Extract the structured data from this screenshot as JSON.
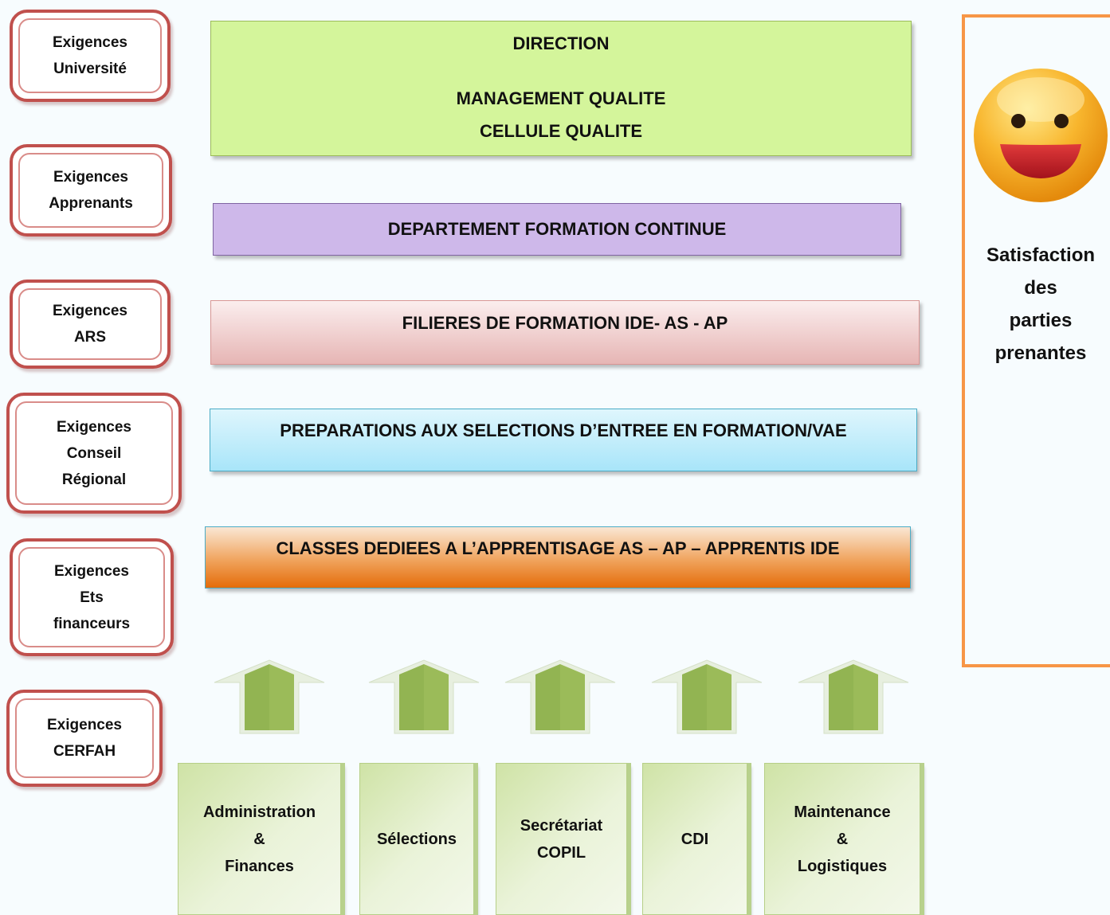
{
  "requirements": [
    {
      "lines": [
        "Exigences",
        "Université"
      ]
    },
    {
      "lines": [
        "Exigences",
        "Apprenants"
      ]
    },
    {
      "lines": [
        "Exigences",
        "ARS"
      ]
    },
    {
      "lines": [
        "Exigences",
        "Conseil",
        "Régional"
      ]
    },
    {
      "lines": [
        "Exigences",
        "Ets",
        "financeurs"
      ]
    },
    {
      "lines": [
        "Exigences",
        "CERFAH"
      ]
    }
  ],
  "center": {
    "direction": "DIRECTION",
    "management": "MANAGEMENT QUALITE",
    "cellule": "CELLULE QUALITE",
    "departement": "DEPARTEMENT FORMATION CONTINUE",
    "filieres": "FILIERES DE FORMATION IDE- AS - AP",
    "preparations": "PREPARATIONS AUX SELECTIONS D’ENTREE EN FORMATION/VAE",
    "classes": "CLASSES DEDIEES A L’APPRENTISAGE AS – AP – APPRENTIS IDE"
  },
  "satisfaction": {
    "lines": [
      "Satisfaction",
      "des",
      "parties",
      "prenantes"
    ],
    "icon": "smiley-icon"
  },
  "support_units": [
    {
      "lines": [
        "Administration",
        "&",
        "Finances"
      ]
    },
    {
      "lines": [
        "Sélections"
      ]
    },
    {
      "lines": [
        "Secrétariat",
        "COPIL"
      ]
    },
    {
      "lines": [
        "CDI"
      ]
    },
    {
      "lines": [
        "Maintenance",
        "&",
        "Logistiques"
      ]
    }
  ],
  "colors": {
    "requirement_border": "#c0504d",
    "direction": "#d4f59b",
    "departement": "#ceb8ea",
    "filieres": "#e6b5b4",
    "preparations": "#a8e5f9",
    "classes": "#e46c0a",
    "satisfaction_border": "#f79646",
    "arrow": "#9bbb59",
    "support_unit": "#cfe3a6"
  }
}
